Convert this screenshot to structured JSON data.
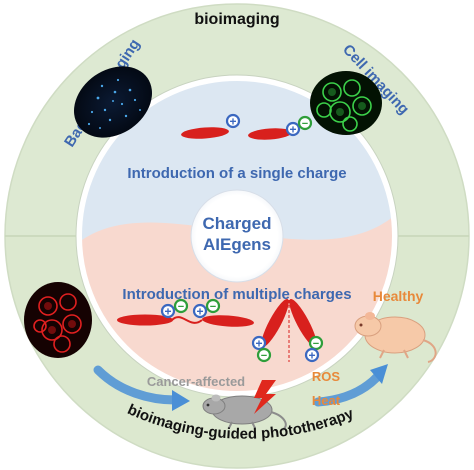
{
  "title_top": "bioimaging",
  "title_bottom": "bioimaging-guided phototherapy",
  "label_bacterial": "Bacterial imaging",
  "label_cell": "Cell imaging",
  "center_line1": "Charged",
  "center_line2": "AIEgens",
  "single_charge": "Introduction of a single charge",
  "multiple_charges": "Introduction of multiple charges",
  "healthy": "Healthy",
  "cancer": "Cancer-affected",
  "ros": "ROS",
  "heat": "Heat",
  "plus_sign": "+",
  "minus_sign": "−",
  "colors": {
    "outer_ring_top": "#dde9d2",
    "outer_ring_bottom": "#dce8cf",
    "divider": "#c9d8bd",
    "inner_blue": "#dce7f2",
    "inner_pink": "#f8d9cf",
    "text_blue": "#3e68b0",
    "text_orange": "#e8893a",
    "molecule_red": "#d8201d",
    "plus_blue": "#3b68c0",
    "minus_green": "#2e9e3a",
    "arrow_blue": "#4a8fd6",
    "mouse_pink": "#f6c9a8",
    "mouse_grey": "#9a9a9a",
    "bacteria_dots": "#4aa6e8",
    "cell_green": "#3cd14a",
    "cell_red": "#e02020"
  },
  "icons": [
    "bacterial-image-icon",
    "cell-image-icon",
    "red-cell-image-icon",
    "mouse-icon",
    "laser-icon",
    "arrow-icon"
  ]
}
